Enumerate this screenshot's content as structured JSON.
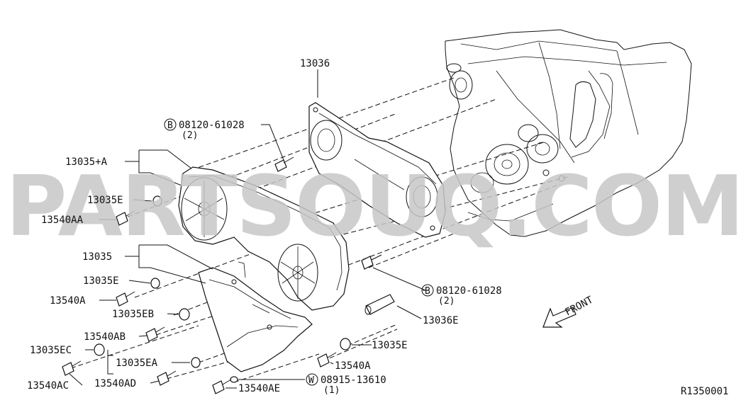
{
  "watermark": "PARTSOUQ.COM",
  "reference_code": "R1350001",
  "front_label": "FRONT",
  "parts": {
    "p13036": "13036",
    "bolt_top_circle": "B",
    "bolt_top_part": "08120-61028",
    "bolt_top_qty": "(2)",
    "p13035A": "13035+A",
    "p13035E_upper": "13035E",
    "p13540AA": "13540AA",
    "p13035": "13035",
    "p13035E_lower": "13035E",
    "p13540A_left": "13540A",
    "p13035EB": "13035EB",
    "p13540AB": "13540AB",
    "p13035EC": "13035EC",
    "p13540AC": "13540AC",
    "p13035EA": "13035EA",
    "p13540AD": "13540AD",
    "bolt_mid_circle": "B",
    "bolt_mid_part": "08120-61028",
    "bolt_mid_qty": "(2)",
    "p13036E": "13036E",
    "p13035E_right": "13035E",
    "p13540A_right": "13540A",
    "washer_circle": "W",
    "washer_part": "08915-13610",
    "washer_qty": "(1)",
    "p13540AE": "13540AE"
  }
}
